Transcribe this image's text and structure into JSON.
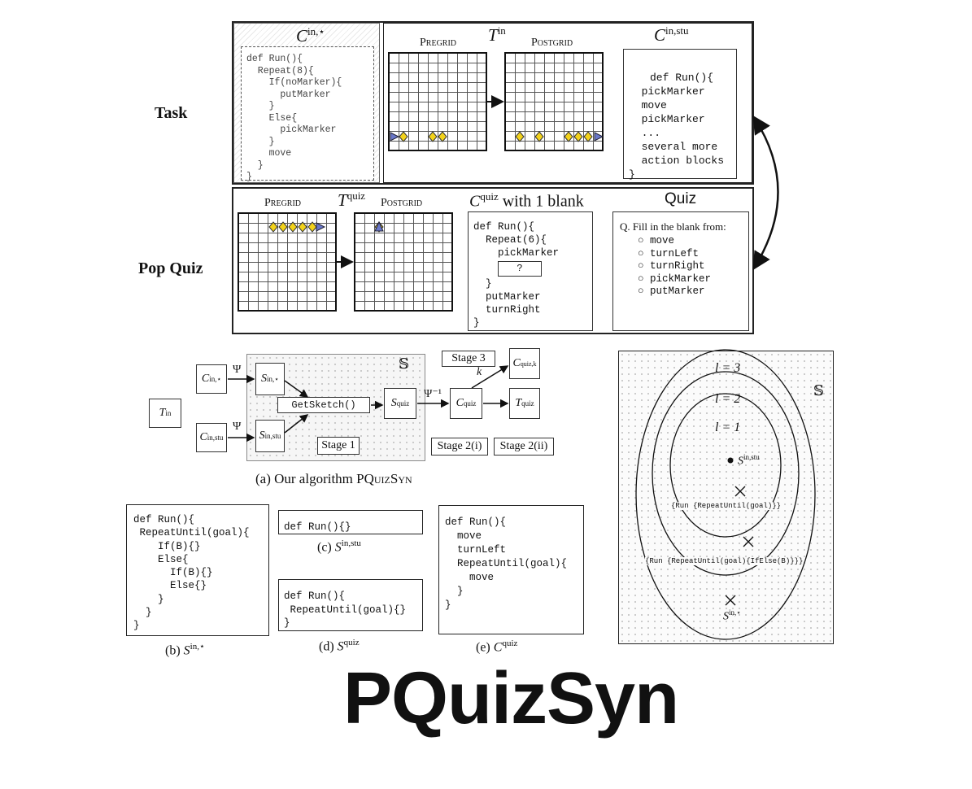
{
  "row_labels": {
    "task": "Task",
    "popquiz": "Pop Quiz"
  },
  "task": {
    "cin_star": {
      "title_sym": "C",
      "title_sup": "in,⋆",
      "code": "def Run(){\n  Repeat(8){\n    If(noMarker){\n      putMarker\n    }\n    Else{\n      pickMarker\n    }\n    move\n  }\n}"
    },
    "tin": {
      "title_sym": "T",
      "title_sup": "in",
      "pregrid": "Pregrid",
      "postgrid": "Postgrid"
    },
    "cin_stu": {
      "title_sym": "C",
      "title_sup": "in,stu",
      "code": "def Run(){\n  pickMarker\n  move\n  pickMarker\n  ...\n  several more\n  action blocks\n}"
    }
  },
  "popquiz": {
    "tquiz": {
      "title_sym": "T",
      "title_sup": "quiz",
      "pregrid": "Pregrid",
      "postgrid": "Postgrid"
    },
    "cquiz": {
      "title_sym": "C",
      "title_sup": "quiz",
      "title_rest": "with 1 blank",
      "code": "def Run(){\n  Repeat(6){\n    pickMarker",
      "code_after": "  }\n  putMarker\n  turnRight\n}",
      "blank": "?"
    },
    "quiz": {
      "title": "Quiz",
      "question": "Q. Fill in the blank from:",
      "options": [
        "move",
        "turnLeft",
        "turnRight",
        "pickMarker",
        "putMarker"
      ]
    }
  },
  "algorithm": {
    "tin_label": "Tin",
    "cin_star_label": "Cin,⋆",
    "cin_stu_label": "Cin,stu",
    "psi": "Ψ",
    "psi_inv": "Ψ⁻¹",
    "s_star": "Sin,⋆",
    "s_stu": "Sin,stu",
    "getsketch": "GetSketch()",
    "s_quiz": "Squiz",
    "c_quiz": "Cquiz",
    "t_quiz": "Tquiz",
    "c_quiz_k": "Cquiz,k",
    "set_symbol": "𝕊",
    "k": "k",
    "stage1": "Stage 1",
    "stage2i": "Stage 2(i)",
    "stage2ii": "Stage 2(ii)",
    "stage3": "Stage 3",
    "caption": "(a) Our algorithm PQuizSyn"
  },
  "sketches": {
    "b_code": "def Run(){\n RepeatUntil(goal){\n    If(B){}\n    Else{\n      If(B){}\n      Else{}\n    }\n  }\n}",
    "b_caption": "(b) Sin,⋆",
    "c_code": "def Run(){}",
    "c_caption": "(c) Sin,stu",
    "d_code": "def Run(){\n RepeatUntil(goal){}\n}",
    "d_caption": "(d) Squiz",
    "e_code": "def Run(){\n  move\n  turnLeft\n  RepeatUntil(goal){\n    move\n  }\n}",
    "e_caption": "(e) Cquiz"
  },
  "venn": {
    "set_symbol": "𝕊",
    "l3": "l = 3",
    "l2": "l = 2",
    "l1": "l = 1",
    "s_stu": "Sin,stu",
    "s_star": "Sin,⋆",
    "sketch1": "{Run {RepeatUntil(goal)}}",
    "sketch2": "{Run {RepeatUntil(goal){IfElse(B)}}}"
  },
  "title": "PQuizSyn",
  "colors": {
    "marker": "#f2d21b",
    "avatar": "#6a78c9",
    "ink": "#111111"
  }
}
